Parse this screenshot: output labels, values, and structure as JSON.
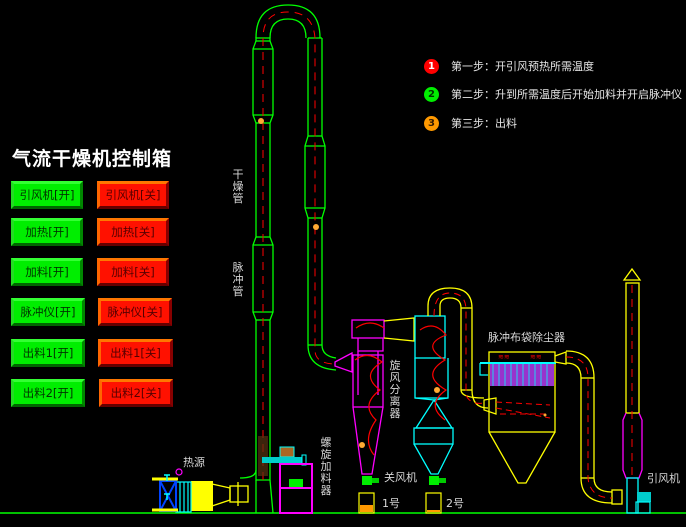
{
  "title": "气流干燥机控制箱",
  "buttons": [
    {
      "on": "引风机[开]",
      "off": "引风机[关]"
    },
    {
      "on": "加热[开]",
      "off": "加热[关]"
    },
    {
      "on": "加料[开]",
      "off": "加料[关]"
    },
    {
      "on": "脉冲仪[开]",
      "off": "脉冲仪[关]"
    },
    {
      "on": "出料1[开]",
      "off": "出料1[关]"
    },
    {
      "on": "出料2[开]",
      "off": "出料2[关]"
    }
  ],
  "steps": [
    {
      "num": "1",
      "text": "第一步：开引风预热所需温度",
      "color": "#ff0000"
    },
    {
      "num": "2",
      "text": "第二步：升到所需温度后开始加料并开启脉冲仪",
      "color": "#00ee00"
    },
    {
      "num": "3",
      "text": "第三步：出料",
      "color": "#ff9900"
    }
  ],
  "labels": {
    "dry_pipe": "干燥管",
    "pulse_pipe": "脉冲管",
    "heat_source": "热源",
    "screw_feeder": "螺旋加料器",
    "cyclone": "旋风分离器",
    "airlock": "关风机",
    "bin1": "1号",
    "bin2": "2号",
    "bag_filter": "脉冲布袋除尘器",
    "induced_fan": "引风机"
  },
  "colors": {
    "pipe_green": "#00ff00",
    "pipe_yellow": "#ffff00",
    "cyclone_magenta": "#ff00ff",
    "cyclone_cyan": "#00ffff",
    "flow_red": "#ff0000"
  }
}
